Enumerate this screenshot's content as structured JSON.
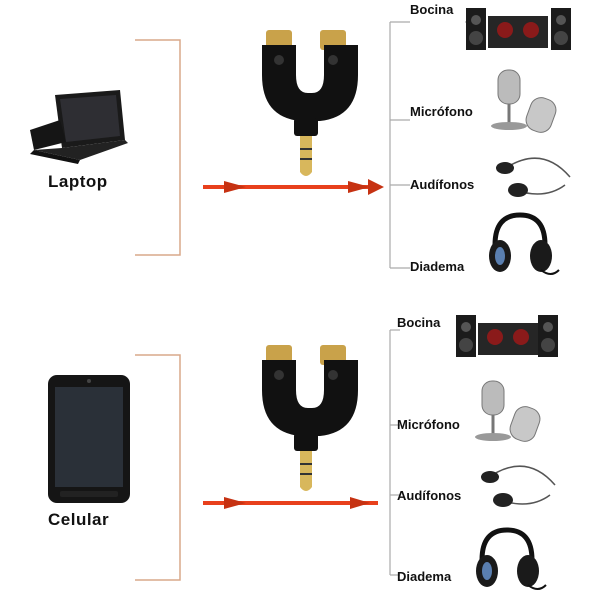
{
  "panels": [
    {
      "device": {
        "label": "Laptop",
        "icon": "laptop-icon"
      },
      "items": [
        {
          "label": "Bocina",
          "icon": "speaker-icon"
        },
        {
          "label": "Micrófono",
          "icon": "microphone-icon"
        },
        {
          "label": "Audífonos",
          "icon": "earphones-icon"
        },
        {
          "label": "Diadema",
          "icon": "headset-icon"
        }
      ]
    },
    {
      "device": {
        "label": "Celular",
        "icon": "phone-icon"
      },
      "items": [
        {
          "label": "Bocina",
          "icon": "speaker-icon"
        },
        {
          "label": "Micrófono",
          "icon": "microphone-icon"
        },
        {
          "label": "Audífonos",
          "icon": "earphones-icon"
        },
        {
          "label": "Diadema",
          "icon": "headset-icon"
        }
      ]
    }
  ],
  "colors": {
    "arrow": "#e8401c",
    "bracket": "#d9a88a",
    "adapter": "#111111",
    "gold": "#c9a24a"
  }
}
